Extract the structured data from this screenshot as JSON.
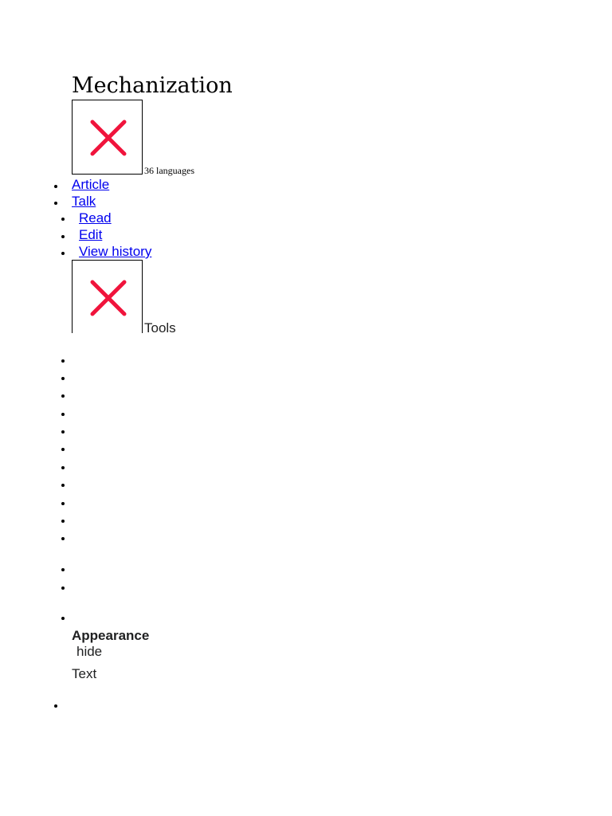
{
  "page": {
    "title": "Mechanization"
  },
  "languages": {
    "count_label": "36 languages",
    "icon": "broken-image-icon"
  },
  "namespace_tabs": [
    {
      "label": "Article"
    },
    {
      "label": "Talk"
    }
  ],
  "view_tabs": [
    {
      "label": "Read"
    },
    {
      "label": "Edit"
    },
    {
      "label": "View history"
    }
  ],
  "tools": {
    "label": "Tools",
    "icon": "broken-image-icon"
  },
  "appearance": {
    "heading": "Appearance",
    "hide_label": "hide",
    "text_label": "Text"
  },
  "colors": {
    "link": "#0000ee",
    "broken_icon": "#f0143c"
  }
}
